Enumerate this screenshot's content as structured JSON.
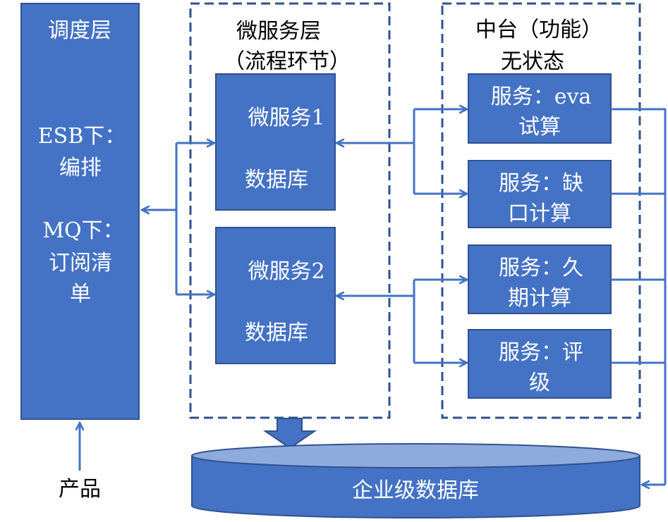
{
  "dispatch_layer": {
    "title": "调度层",
    "lines": [
      "ESB下：",
      "编排",
      "MQ下：",
      "订阅清",
      "单"
    ]
  },
  "product_label": "产品",
  "microservice_layer": {
    "title_line1": "微服务层",
    "title_line2": "（流程环节）",
    "services": [
      {
        "name": "微服务1",
        "db": "数据库"
      },
      {
        "name": "微服务2",
        "db": "数据库"
      }
    ]
  },
  "middle_platform": {
    "title_line1": "中台（功能）",
    "title_line2": "无状态",
    "services": [
      {
        "line1": "服务：eva",
        "line2": "试算"
      },
      {
        "line1": "服务：缺",
        "line2": "口计算"
      },
      {
        "line1": "服务：久",
        "line2": "期计算"
      },
      {
        "line1": "服务：评",
        "line2": "级"
      }
    ]
  },
  "enterprise_db": {
    "label": "企业级数据库"
  },
  "colors": {
    "box_fill": "#4472C4",
    "box_stroke": "#2F528F",
    "dashed_border": "#2F528F",
    "connector": "#4472C4",
    "cylinder_top": "#8FAADC"
  }
}
